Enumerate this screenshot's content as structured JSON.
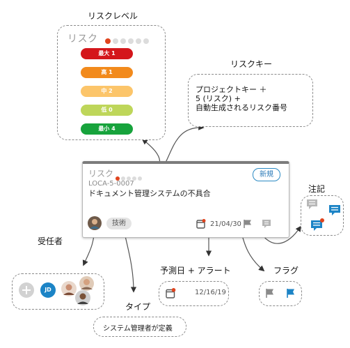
{
  "risk_level": {
    "title": "リスクレベル",
    "head_label": "リスク",
    "levels": [
      {
        "label": "最大 1",
        "bg": "#d4161b",
        "fg": "#ffffff"
      },
      {
        "label": "高 1",
        "bg": "#f28a1c",
        "fg": "#ffffff"
      },
      {
        "label": "中 2",
        "bg": "#fcc56a",
        "fg": "#ffffff"
      },
      {
        "label": "低 0",
        "bg": "#bed65a",
        "fg": "#ffffff"
      },
      {
        "label": "最小 4",
        "bg": "#17a33c",
        "fg": "#ffffff"
      }
    ]
  },
  "risk_key": {
    "title": "リスクキー",
    "lines": [
      "プロジェクトキー ＋",
      "5 (リスク) +",
      "自動生成されるリスク番号"
    ]
  },
  "card": {
    "head_label": "リスク",
    "badge": "新規",
    "key": "LOCA-5-0007",
    "title": "ドキュメント管理システムの不具合",
    "type_chip": "技術",
    "date": "21/04/30"
  },
  "notes": {
    "title": "注記"
  },
  "assignee": {
    "title": "受任者",
    "initials": "JD"
  },
  "due": {
    "title": "予測日 + アラート",
    "date": "12/16/19"
  },
  "flag": {
    "title": "フラグ"
  },
  "type": {
    "title": "タイプ",
    "value": "システム管理者が定義"
  },
  "colors": {
    "accent_blue": "#1c84c6",
    "alert_red": "#e0441e"
  }
}
